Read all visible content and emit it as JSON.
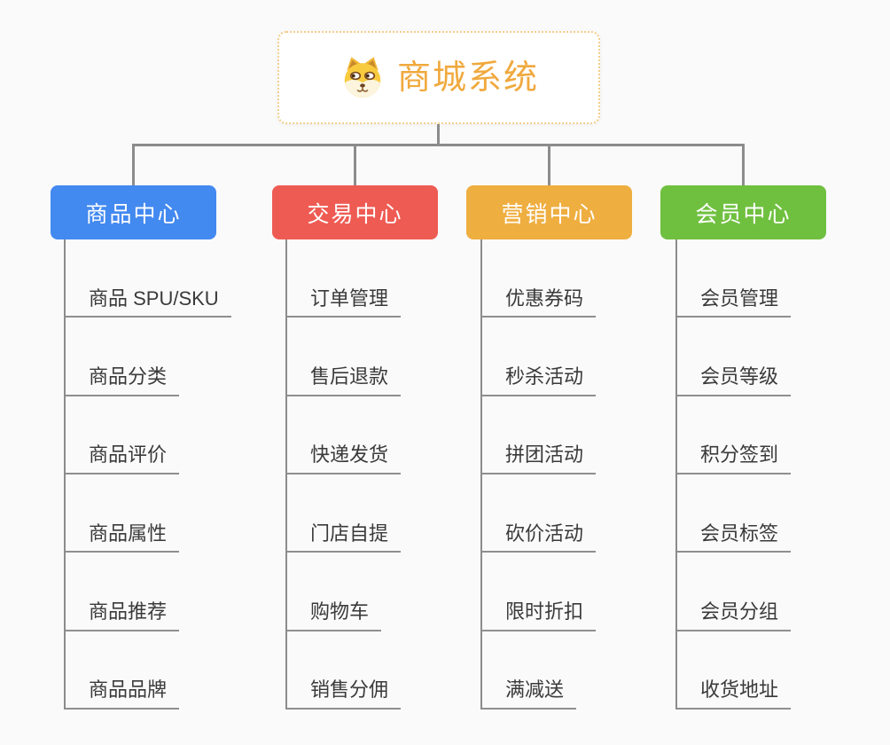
{
  "root": {
    "title": "商城系统",
    "icon": "shiba-dog-icon",
    "title_color": "#F0A93E",
    "border_color": "#F3CD8C"
  },
  "style": {
    "background_color": "#FAFAFA",
    "connector_color": "#8C8C8C",
    "child_text_color": "#3A3A3A",
    "underline_color": "#8F8F8F"
  },
  "branches": [
    {
      "label": "商品中心",
      "color": "#4289F0",
      "children": [
        "商品 SPU/SKU",
        "商品分类",
        "商品评价",
        "商品属性",
        "商品推荐",
        "商品品牌"
      ]
    },
    {
      "label": "交易中心",
      "color": "#EE5B53",
      "children": [
        "订单管理",
        "售后退款",
        "快递发货",
        "门店自提",
        "购物车",
        "销售分佣"
      ]
    },
    {
      "label": "营销中心",
      "color": "#EFAE40",
      "children": [
        "优惠券码",
        "秒杀活动",
        "拼团活动",
        "砍价活动",
        "限时折扣",
        "满减送"
      ]
    },
    {
      "label": "会员中心",
      "color": "#70C040",
      "children": [
        "会员管理",
        "会员等级",
        "积分签到",
        "会员标签",
        "会员分组",
        "收货地址"
      ]
    }
  ]
}
